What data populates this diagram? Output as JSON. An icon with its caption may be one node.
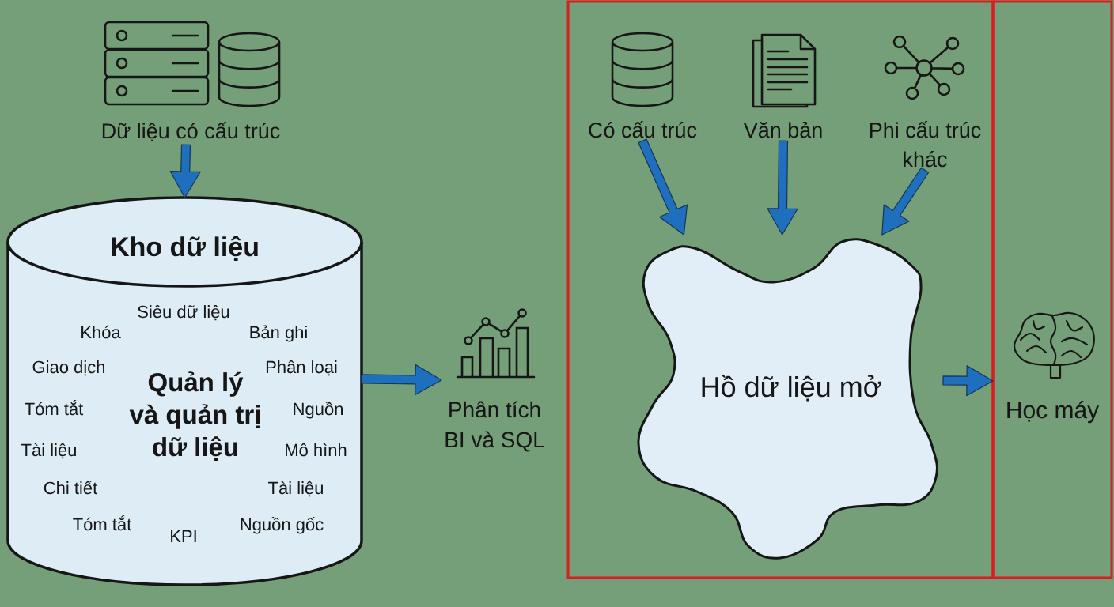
{
  "diagram": {
    "nodes": [
      {
        "text": [
          "Dữ liệu có cấu trúc"
        ]
      },
      {
        "text": [
          "Kho dữ liệu",
          "Quản lý và quản trị dữ liệu"
        ]
      },
      {
        "text": [
          "Phân tích BI và SQL"
        ]
      },
      {
        "text": [],
        "shape": "box"
      },
      {
        "text": [
          "Có cấu trúc"
        ],
        "in": 3
      },
      {
        "text": [
          "Văn bản"
        ],
        "in": 3
      },
      {
        "text": [
          "Phi cấu trúc khác"
        ],
        "in": 3
      },
      {
        "text": [
          "Hồ dữ liệu mở"
        ],
        "in": 3
      },
      {
        "text": [
          "Học máy"
        ]
      }
    ],
    "edges": [
      {
        "from": 0,
        "to": 1,
        "arrow": "to"
      },
      {
        "from": 1,
        "to": 2,
        "arrow": "to"
      },
      {
        "from": 4,
        "to": 7,
        "arrow": "to"
      },
      {
        "from": 5,
        "to": 7,
        "arrow": "to"
      },
      {
        "from": 6,
        "to": 7,
        "arrow": "to"
      },
      {
        "from": 7,
        "to": 8,
        "arrow": "to"
      }
    ],
    "labels": [
      "Siêu dữ liệu",
      "Khóa",
      "Bản ghi",
      "Giao dịch",
      "Phân loại",
      "Tóm tắt",
      "Nguồn",
      "Tài liệu",
      "Mô hình",
      "Chi tiết",
      "Tài liệu",
      "Tóm tắt",
      "KPI",
      "Nguồn gốc"
    ]
  }
}
